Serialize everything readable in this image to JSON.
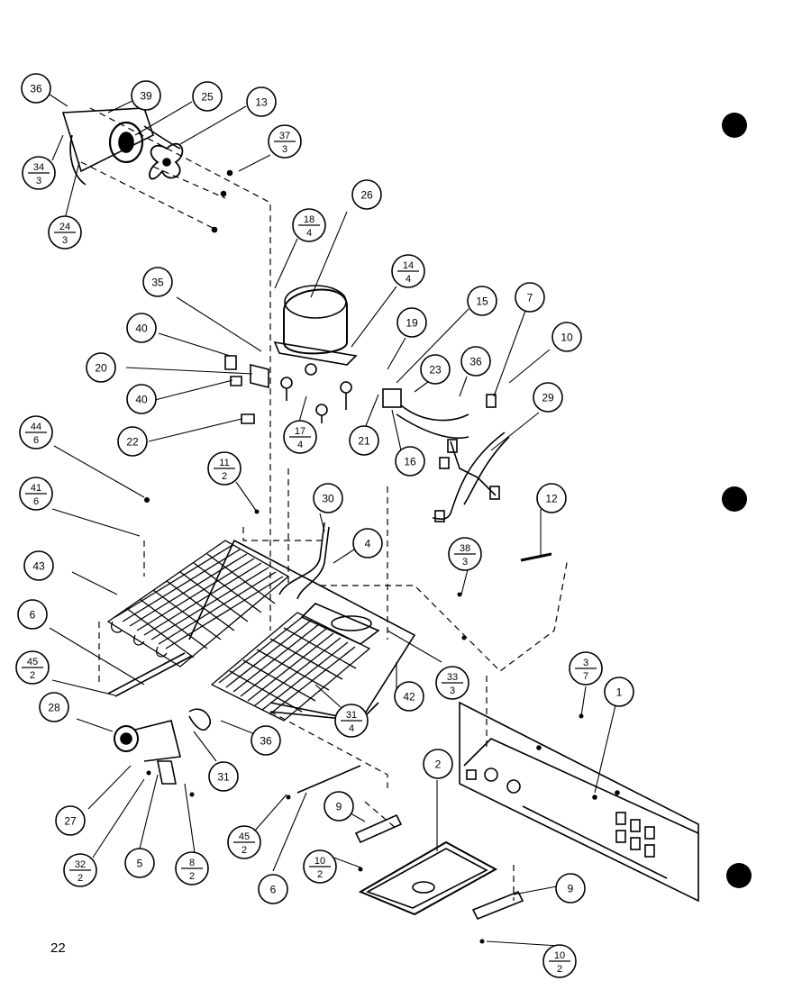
{
  "page_number": "22",
  "callouts": {
    "c36a": {
      "num": "36"
    },
    "c39": {
      "num": "39"
    },
    "c25": {
      "num": "25"
    },
    "c13": {
      "num": "13"
    },
    "c37_3": {
      "num": "37",
      "den": "3"
    },
    "c34_3": {
      "num": "34",
      "den": "3"
    },
    "c24_3": {
      "num": "24",
      "den": "3"
    },
    "c26": {
      "num": "26"
    },
    "c18_4": {
      "num": "18",
      "den": "4"
    },
    "c14_4": {
      "num": "14",
      "den": "4"
    },
    "c35": {
      "num": "35"
    },
    "c40a": {
      "num": "40"
    },
    "c20": {
      "num": "20"
    },
    "c40b": {
      "num": "40"
    },
    "c19": {
      "num": "19"
    },
    "c15": {
      "num": "15"
    },
    "c7": {
      "num": "7"
    },
    "c10a": {
      "num": "10"
    },
    "c23": {
      "num": "23"
    },
    "c36b": {
      "num": "36"
    },
    "c29": {
      "num": "29"
    },
    "c22": {
      "num": "22"
    },
    "c17_4": {
      "num": "17",
      "den": "4"
    },
    "c21": {
      "num": "21"
    },
    "c16": {
      "num": "16"
    },
    "c44_6": {
      "num": "44",
      "den": "6"
    },
    "c11_2": {
      "num": "11",
      "den": "2"
    },
    "c41_6": {
      "num": "41",
      "den": "6"
    },
    "c30": {
      "num": "30"
    },
    "c4": {
      "num": "4"
    },
    "c12": {
      "num": "12"
    },
    "c43": {
      "num": "43"
    },
    "c38_3": {
      "num": "38",
      "den": "3"
    },
    "c6a": {
      "num": "6"
    },
    "c45_2a": {
      "num": "45",
      "den": "2"
    },
    "c33_3": {
      "num": "33",
      "den": "3"
    },
    "c42": {
      "num": "42"
    },
    "c3_7": {
      "num": "3",
      "den": "7"
    },
    "c1": {
      "num": "1"
    },
    "c28": {
      "num": "28"
    },
    "c31_4": {
      "num": "31",
      "den": "4"
    },
    "c36c": {
      "num": "36"
    },
    "c31": {
      "num": "31"
    },
    "c2": {
      "num": "2"
    },
    "c27": {
      "num": "27"
    },
    "c9a": {
      "num": "9"
    },
    "c45_2b": {
      "num": "45",
      "den": "2"
    },
    "c10_2a": {
      "num": "10",
      "den": "2"
    },
    "c32_2": {
      "num": "32",
      "den": "2"
    },
    "c5": {
      "num": "5"
    },
    "c8_2": {
      "num": "8",
      "den": "2"
    },
    "c6b": {
      "num": "6"
    },
    "c9b": {
      "num": "9"
    },
    "c10_2b": {
      "num": "10",
      "den": "2"
    }
  }
}
